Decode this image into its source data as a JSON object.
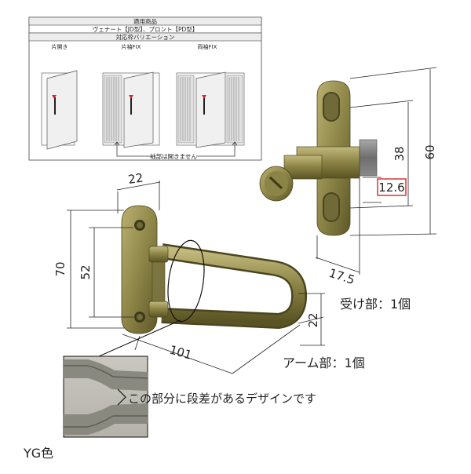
{
  "info_table": {
    "applicable_header": "適用商品",
    "applicable_value": "ヴェナート【JD型】、プロント【PD型】",
    "frame_header": "対応枠バリエーション",
    "variants": [
      "片開き",
      "片袖FIX",
      "両袖FIX"
    ],
    "note": "袖部は開きません"
  },
  "dimensions": {
    "arm_width": "22",
    "arm_height": "70",
    "arm_hole_pitch": "52",
    "arm_length": "101",
    "arm_depth": "22",
    "receiver_height": "60",
    "receiver_hole_pitch": "38",
    "receiver_offset": "12.6",
    "receiver_depth": "17.5"
  },
  "labels": {
    "receiver_part": "受け部：1個",
    "arm_part": "アーム部：1個",
    "zoom_note": "この部分に段差があるデザインです",
    "color_name": "YG色"
  },
  "colors": {
    "product_finish": "#8a8448",
    "highlight_box": "#d4282b"
  }
}
